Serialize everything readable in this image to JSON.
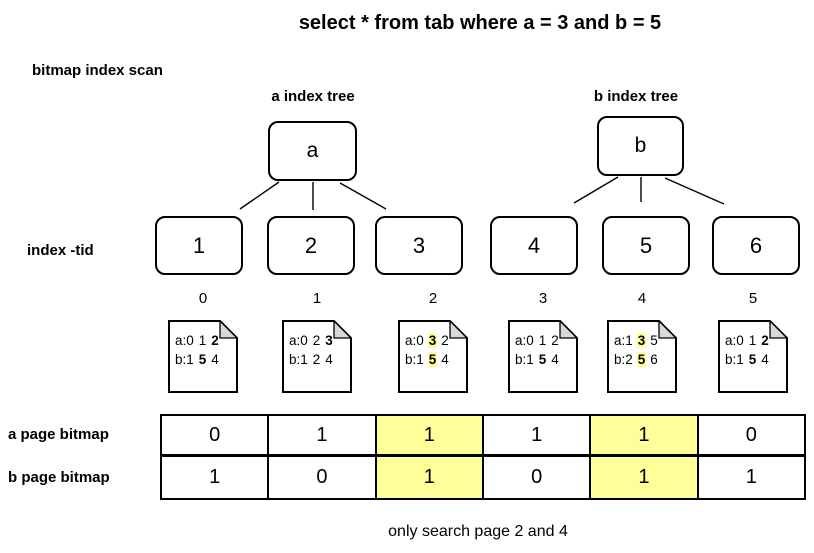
{
  "title": "select * from tab where a = 3 and b = 5",
  "labels": {
    "scan": "bitmap index scan",
    "a_tree": "a index tree",
    "b_tree": "b index tree",
    "index_tid": "index -tid",
    "footer": "only search page 2 and 4"
  },
  "roots": [
    "a",
    "b"
  ],
  "leaf_nodes": [
    "1",
    "2",
    "3",
    "4",
    "5",
    "6"
  ],
  "pages": [
    {
      "number": "0",
      "lines": [
        [
          {
            "t": "a:0"
          },
          {
            "t": "1"
          },
          {
            "t": "2",
            "b": true
          }
        ],
        [
          {
            "t": "b:1"
          },
          {
            "t": "5",
            "b": true
          },
          {
            "t": "4"
          }
        ]
      ]
    },
    {
      "number": "1",
      "lines": [
        [
          {
            "t": "a:0"
          },
          {
            "t": "2"
          },
          {
            "t": "3",
            "b": true
          }
        ],
        [
          {
            "t": "b:1"
          },
          {
            "t": "2"
          },
          {
            "t": "4"
          }
        ]
      ]
    },
    {
      "number": "2",
      "lines": [
        [
          {
            "t": "a:0"
          },
          {
            "t": "3",
            "b": true,
            "h": true
          },
          {
            "t": "2"
          }
        ],
        [
          {
            "t": "b:1"
          },
          {
            "t": "5",
            "b": true,
            "h": true
          },
          {
            "t": "4"
          }
        ]
      ]
    },
    {
      "number": "3",
      "lines": [
        [
          {
            "t": "a:0"
          },
          {
            "t": "1"
          },
          {
            "t": "2"
          }
        ],
        [
          {
            "t": "b:1"
          },
          {
            "t": "5",
            "b": true
          },
          {
            "t": "4"
          }
        ]
      ]
    },
    {
      "number": "4",
      "lines": [
        [
          {
            "t": "a:1"
          },
          {
            "t": "3",
            "b": true,
            "h": true
          },
          {
            "t": "5"
          }
        ],
        [
          {
            "t": "b:2"
          },
          {
            "t": "5",
            "b": true,
            "h": true
          },
          {
            "t": "6"
          }
        ]
      ]
    },
    {
      "number": "5",
      "lines": [
        [
          {
            "t": "a:0"
          },
          {
            "t": "1"
          },
          {
            "t": "2",
            "b": true
          }
        ],
        [
          {
            "t": "b:1"
          },
          {
            "t": "5",
            "b": true
          },
          {
            "t": "4"
          }
        ]
      ]
    }
  ],
  "bitmap_rows": [
    {
      "label": "a page bitmap",
      "values": [
        "0",
        "1",
        "1",
        "1",
        "1",
        "0"
      ],
      "highlighted": [
        2,
        4
      ]
    },
    {
      "label": "b page bitmap",
      "values": [
        "1",
        "0",
        "1",
        "0",
        "1",
        "1"
      ],
      "highlighted": [
        2,
        4
      ]
    }
  ],
  "colors": {
    "highlight": "#ffff99",
    "fold_gray": "#d8d8d8",
    "line": "#000000"
  }
}
